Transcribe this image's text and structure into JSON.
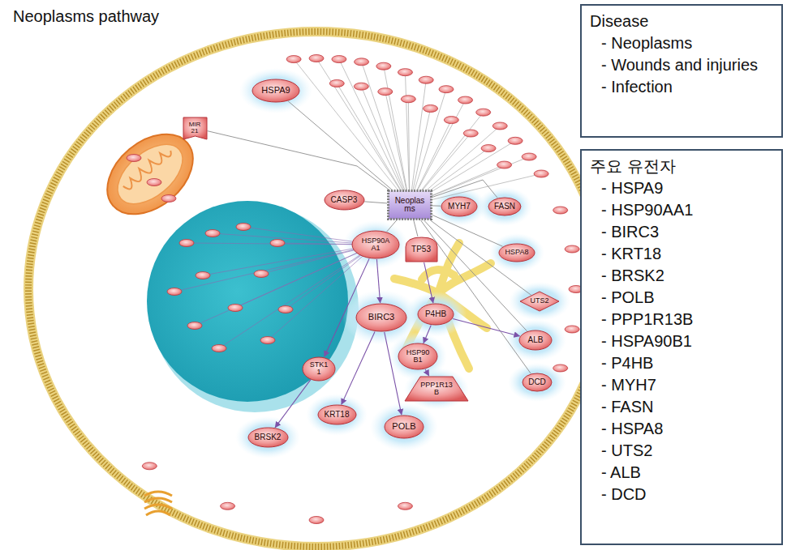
{
  "diagram": {
    "title": "Neoplasms pathway",
    "nodes": [
      {
        "text": [
          "HSPA9"
        ]
      },
      {
        "text": [
          "MIR 21"
        ]
      },
      {
        "text": [
          "CASP3"
        ]
      },
      {
        "text": [
          "Neoplas ms"
        ]
      },
      {
        "text": [
          "MYH7"
        ]
      },
      {
        "text": [
          "FASN"
        ]
      },
      {
        "text": [
          "HSP90A A1"
        ]
      },
      {
        "text": [
          "TP53"
        ]
      },
      {
        "text": [
          "HSPA8"
        ]
      },
      {
        "text": [
          "UTS2"
        ]
      },
      {
        "text": [
          "BIRC3"
        ]
      },
      {
        "text": [
          "P4HB"
        ]
      },
      {
        "text": [
          "ALB"
        ]
      },
      {
        "text": [
          "HSP90 B1"
        ]
      },
      {
        "text": [
          "STK1 1"
        ]
      },
      {
        "text": [
          "DCD"
        ]
      },
      {
        "text": [
          "PPP1R13 B"
        ]
      },
      {
        "text": [
          "KRT18"
        ]
      },
      {
        "text": [
          "POLB"
        ]
      },
      {
        "text": [
          "BRSK2"
        ]
      },
      {
        "text": [
          "Disease",
          "- Neoplasms",
          "- Wounds and injuries",
          "- Infection"
        ]
      },
      {
        "text": [
          "주요 유전자",
          "- HSPA9",
          "- HSP90AA1",
          "- BIRC3",
          "- KRT18",
          "- BRSK2",
          "- POLB",
          "- PPP1R13B",
          "- HSPA90B1",
          "- P4HB",
          "- MYH7",
          "- FASN",
          "- HSPA8",
          "- UTS2",
          "- ALB",
          "- DCD"
        ]
      }
    ],
    "edges": [
      {
        "from": 3,
        "to": 0,
        "arrow": "none"
      },
      {
        "from": 3,
        "to": 1,
        "arrow": "none"
      },
      {
        "from": 3,
        "to": 2,
        "arrow": "none"
      },
      {
        "from": 3,
        "to": 4,
        "arrow": "none"
      },
      {
        "from": 3,
        "to": 5,
        "arrow": "none"
      },
      {
        "from": 3,
        "to": 6,
        "arrow": "none"
      },
      {
        "from": 3,
        "to": 7,
        "arrow": "none"
      },
      {
        "from": 3,
        "to": 8,
        "arrow": "none"
      },
      {
        "from": 3,
        "to": 9,
        "arrow": "none"
      },
      {
        "from": 3,
        "to": 12,
        "arrow": "none"
      },
      {
        "from": 3,
        "to": 15,
        "arrow": "none"
      },
      {
        "from": 6,
        "to": 10,
        "arrow": "to"
      },
      {
        "from": 10,
        "to": 17,
        "arrow": "to"
      },
      {
        "from": 10,
        "to": 18,
        "arrow": "to"
      },
      {
        "from": 7,
        "to": 11,
        "arrow": "to"
      },
      {
        "from": 11,
        "to": 13,
        "arrow": "to"
      },
      {
        "from": 13,
        "to": 16,
        "arrow": "to"
      },
      {
        "from": 6,
        "to": 14,
        "arrow": "to"
      },
      {
        "from": 14,
        "to": 19,
        "arrow": "to"
      },
      {
        "from": 11,
        "to": 12,
        "arrow": "to"
      }
    ]
  }
}
